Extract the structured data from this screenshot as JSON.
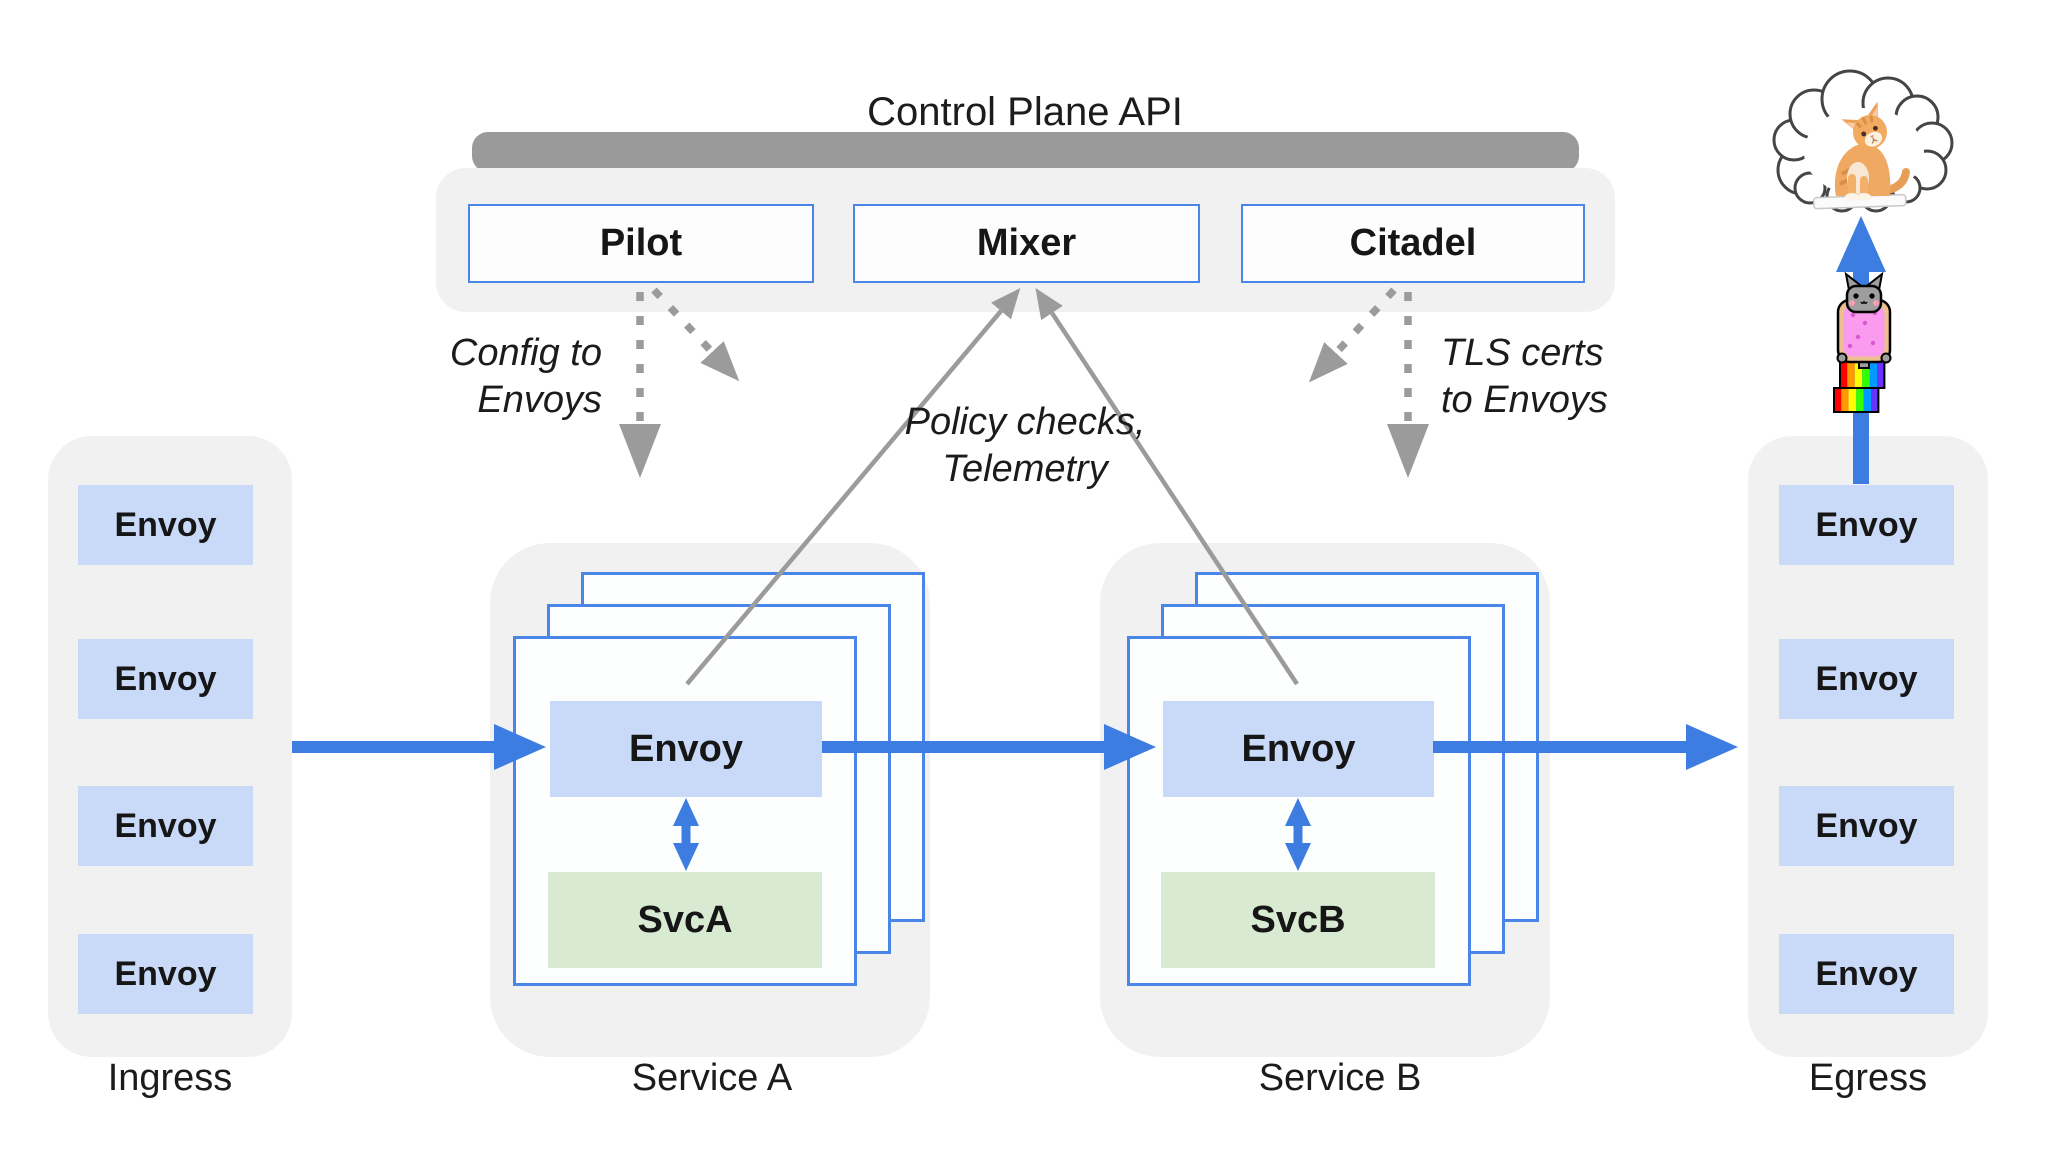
{
  "title": "Control Plane API",
  "control_plane": {
    "pilot": "Pilot",
    "mixer": "Mixer",
    "citadel": "Citadel"
  },
  "annotations": {
    "config_line1": "Config to",
    "config_line2": "Envoys",
    "policy_line1": "Policy checks,",
    "policy_line2": "Telemetry",
    "tls_line1": "TLS certs",
    "tls_line2": "to Envoys"
  },
  "ingress": {
    "label": "Ingress",
    "proxies": [
      "Envoy",
      "Envoy",
      "Envoy",
      "Envoy"
    ]
  },
  "egress": {
    "label": "Egress",
    "proxies": [
      "Envoy",
      "Envoy",
      "Envoy",
      "Envoy"
    ]
  },
  "service_a": {
    "label": "Service A",
    "proxy": "Envoy",
    "service": "SvcA"
  },
  "service_b": {
    "label": "Service B",
    "proxy": "Envoy",
    "service": "SvcB"
  },
  "icons": {
    "cloud": "cloud-icon",
    "kitten": "kitten-icon",
    "nyan_cat": "nyan-cat-icon"
  },
  "colors": {
    "proxy_fill": "#c9daf8",
    "service_fill": "#d9ead3",
    "arrow_blue": "#3d7ce0",
    "box_border_blue": "#4a86e8",
    "container_gray": "#f1f1f2",
    "control_bar_gray": "#9a9a9a",
    "line_gray": "#9b9b9b",
    "rainbow": [
      "#ff0000",
      "#ff9900",
      "#ffff00",
      "#33ff00",
      "#0099ff",
      "#6633ff"
    ]
  }
}
